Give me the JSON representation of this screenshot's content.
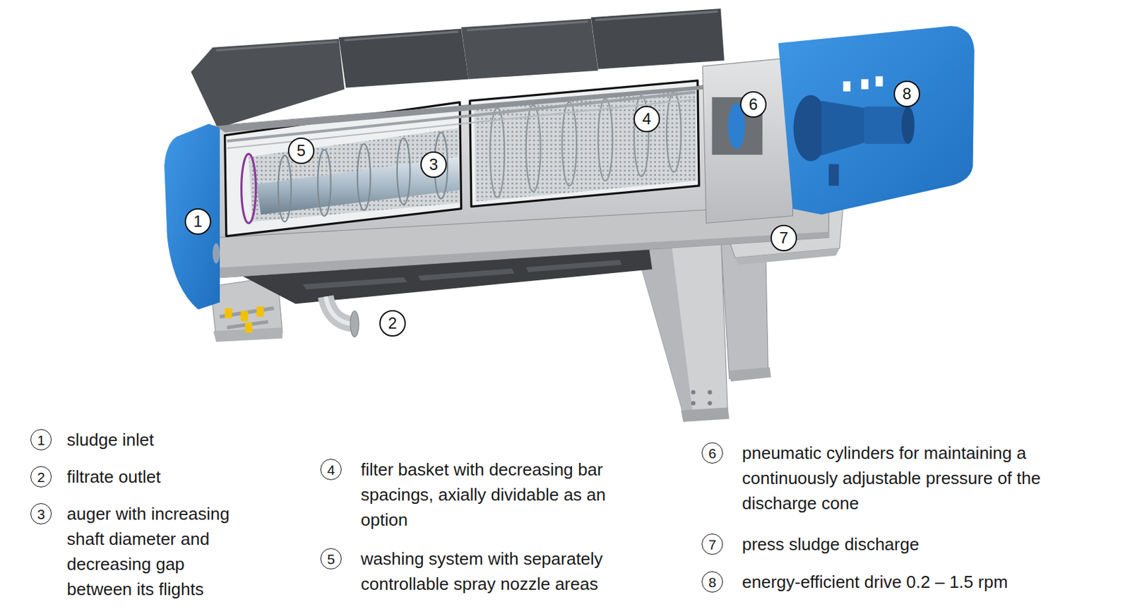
{
  "diagram": {
    "nodes": [
      {
        "text": [
          "1"
        ]
      },
      {
        "text": [
          "2"
        ]
      },
      {
        "text": [
          "3"
        ]
      },
      {
        "text": [
          "4"
        ]
      },
      {
        "text": [
          "5"
        ]
      },
      {
        "text": [
          "6"
        ]
      },
      {
        "text": [
          "7"
        ]
      },
      {
        "text": [
          "8"
        ]
      },
      {
        "text": [
          "1"
        ]
      },
      {
        "text": [
          "2"
        ]
      },
      {
        "text": [
          "3"
        ]
      },
      {
        "text": [
          "4"
        ]
      },
      {
        "text": [
          "5"
        ]
      },
      {
        "text": [
          "6"
        ]
      },
      {
        "text": [
          "7"
        ]
      },
      {
        "text": [
          "8"
        ]
      }
    ],
    "labels": [
      "sludge inlet",
      "filtrate outlet",
      "auger with increasing shaft diameter and decreasing gap between its flights",
      "filter basket with decreasing bar spacings, axially dividable as an option",
      "washing system with separately controllable spray nozzle areas",
      "pneumatic cylinders for maintaining a continuously adjustable pressure of the discharge cone",
      "press sludge discharge",
      "energy-efficient drive 0.2 – 1.5 rpm"
    ]
  }
}
